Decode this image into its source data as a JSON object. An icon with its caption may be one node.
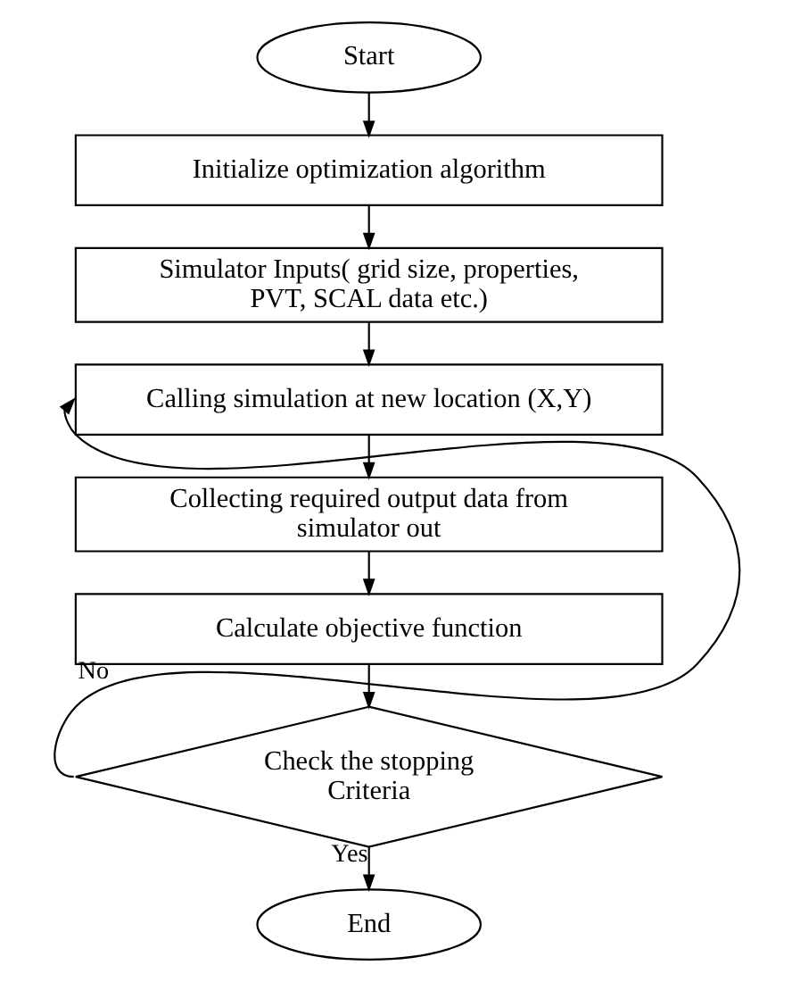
{
  "diagram": {
    "nodes": [
      {
        "text": [
          "Start"
        ]
      },
      {
        "text": [
          "Initialize optimization algorithm"
        ]
      },
      {
        "text": [
          "Simulator Inputs( grid size, properties, PVT, SCAL data etc.)"
        ]
      },
      {
        "text": [
          "Calling simulation at new location (X,Y)"
        ]
      },
      {
        "text": [
          "Collecting required output data from simulator out"
        ]
      },
      {
        "text": [
          "Calculate objective function"
        ]
      },
      {
        "text": [
          "Check the stopping Criteria"
        ]
      },
      {
        "text": [
          "End"
        ]
      }
    ],
    "edges": [
      {
        "from": 0,
        "to": 1,
        "arrow": "to"
      },
      {
        "from": 1,
        "to": 2,
        "arrow": "to"
      },
      {
        "from": 2,
        "to": 3,
        "arrow": "to"
      },
      {
        "from": 3,
        "to": 4,
        "arrow": "to"
      },
      {
        "from": 4,
        "to": 5,
        "arrow": "to"
      },
      {
        "from": 5,
        "to": 6,
        "arrow": "to"
      },
      {
        "from": 6,
        "to": 7,
        "label": "Yes",
        "arrow": "to"
      },
      {
        "from": 6,
        "to": 3,
        "label": "No",
        "arrow": "to"
      }
    ]
  }
}
